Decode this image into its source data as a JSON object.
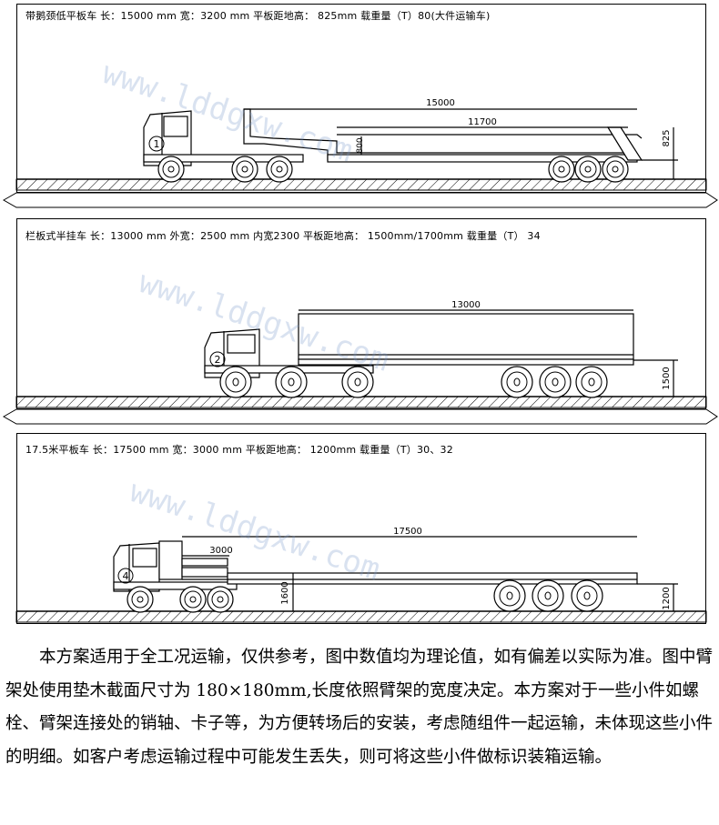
{
  "panels": [
    {
      "header": "带鹅颈低平板车  长：15000 mm 宽：3200 mm 平板距地高： 825mm  载重量（T）80(大件运输车)",
      "dims": {
        "total_length": "15000",
        "deck_length": "11700",
        "deck_height": "825",
        "gooseneck_drop": "800"
      },
      "marker": "1"
    },
    {
      "header": "栏板式半挂车  长：13000 mm 外宽：2500 mm  内宽2300 平板距地高： 1500mm/1700mm  载重量（T） 34",
      "dims": {
        "total_length": "13000",
        "deck_height": "1500"
      },
      "marker": "2"
    },
    {
      "header": "17.5米平板车  长：17500 mm 宽：3000 mm 平板距地高： 1200mm  载重量（T）30、32",
      "dims": {
        "total_length": "17500",
        "front_length": "3000",
        "front_height": "1600",
        "deck_height": "1200"
      },
      "marker": "4"
    }
  ],
  "paragraph": "本方案适用于全工况运输，仅供参考，图中数值均为理论值，如有偏差以实际为准。图中臂架处使用垫木截面尺寸为 180×180mm,长度依照臂架的宽度决定。本方案对于一些小件如螺栓、臂架连接处的销轴、卡子等，为方便转场后的安装，考虑随组件一起运输，未体现这些小件的明细。如客户考虑运输过程中可能发生丢失，则可将这些小件做标识装箱运输。",
  "watermark": "www.lddgxw.com"
}
